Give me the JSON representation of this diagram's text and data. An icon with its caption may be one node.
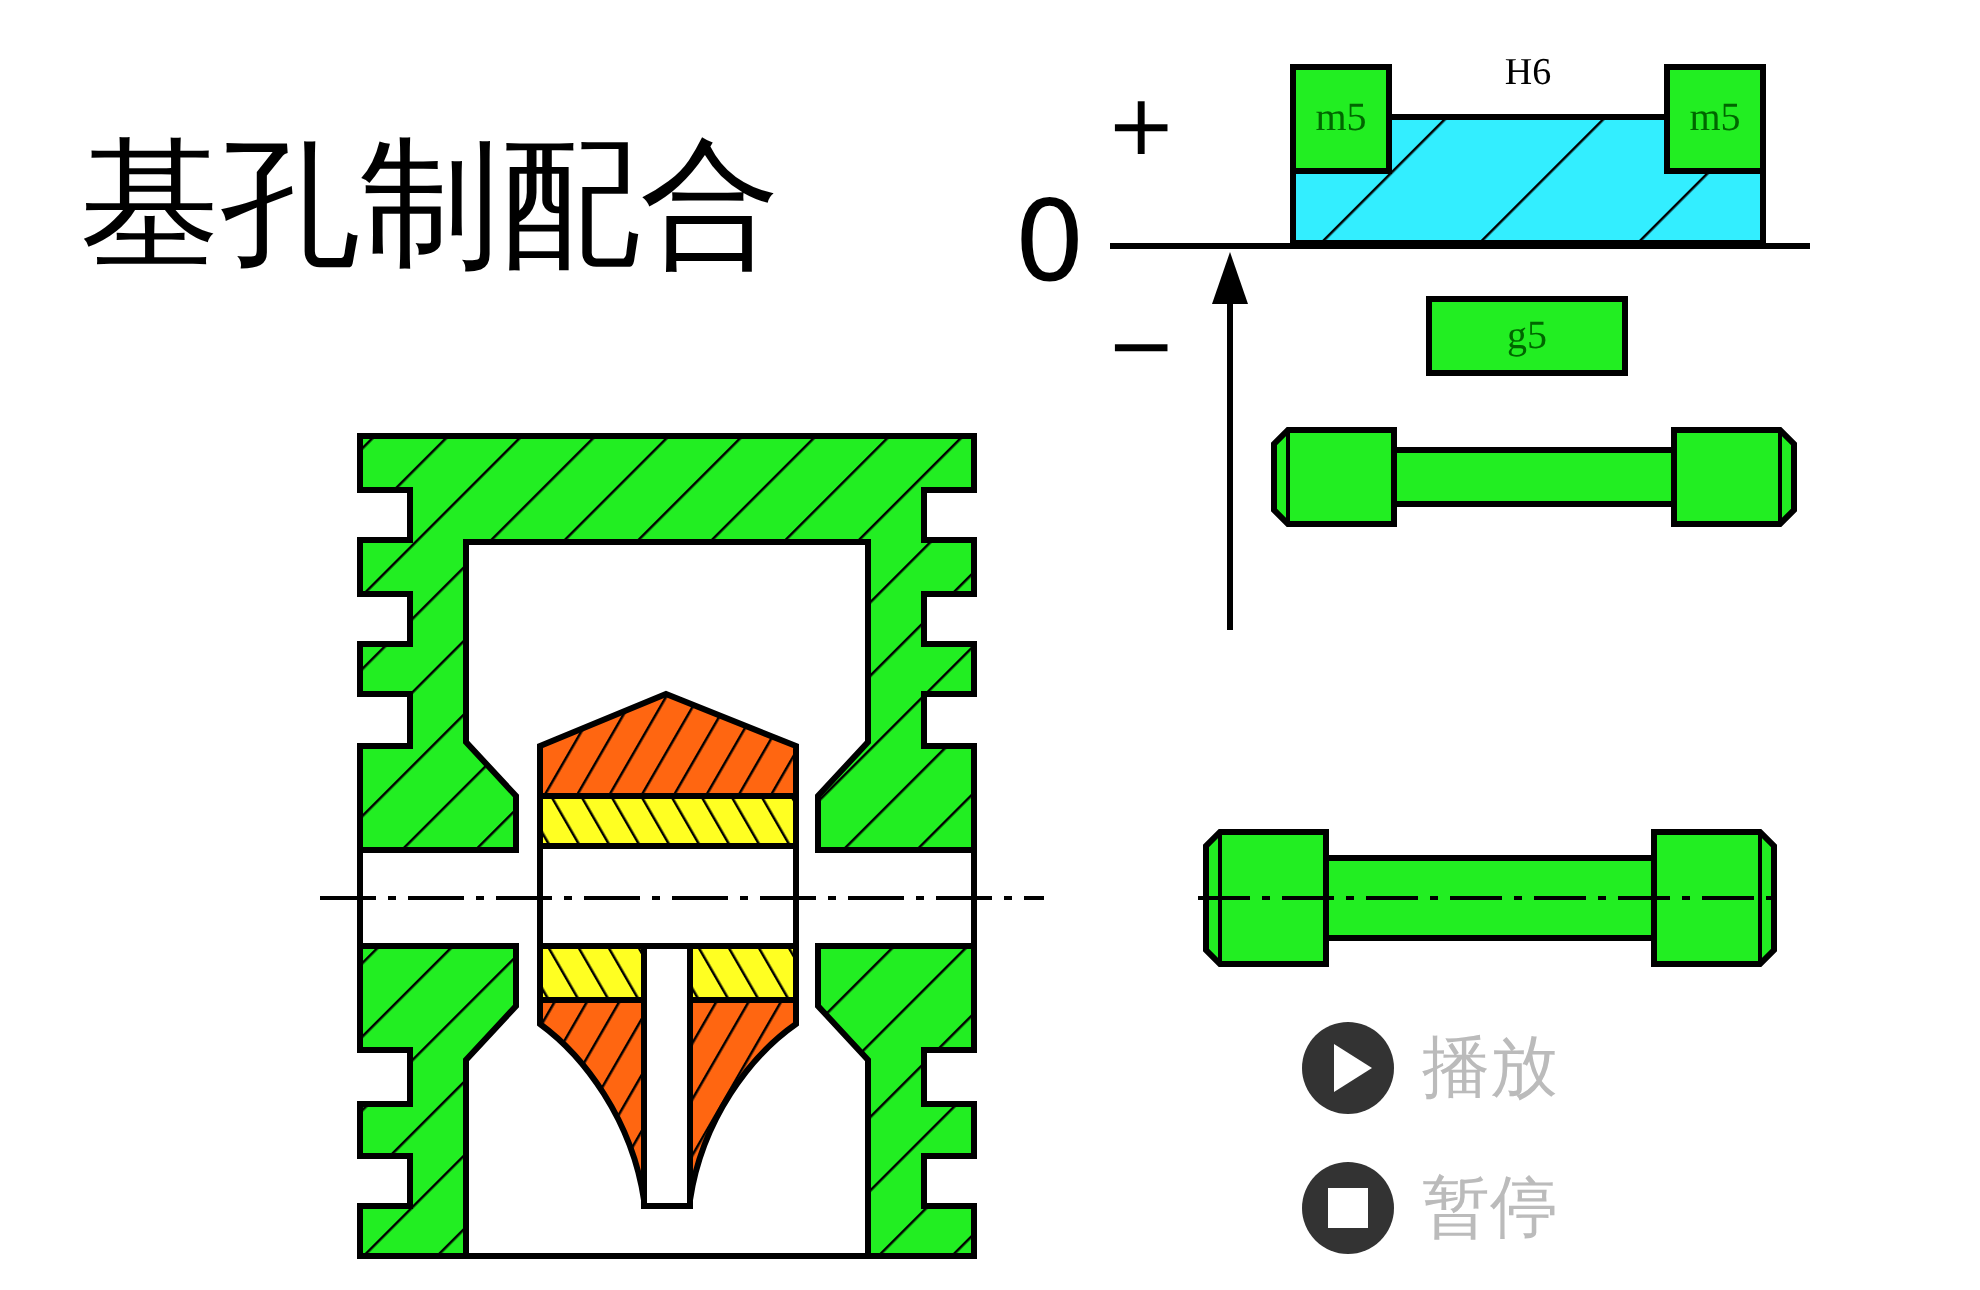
{
  "diagram": {
    "title": "基孔制配合",
    "nodes": [
      {
        "text": [
          "H6"
        ]
      },
      {
        "text": [
          "m5"
        ]
      },
      {
        "text": [
          "m5"
        ]
      },
      {
        "text": [
          "g5"
        ]
      }
    ],
    "labels": [
      "+",
      "0",
      "−",
      "播放",
      "暂停"
    ]
  }
}
